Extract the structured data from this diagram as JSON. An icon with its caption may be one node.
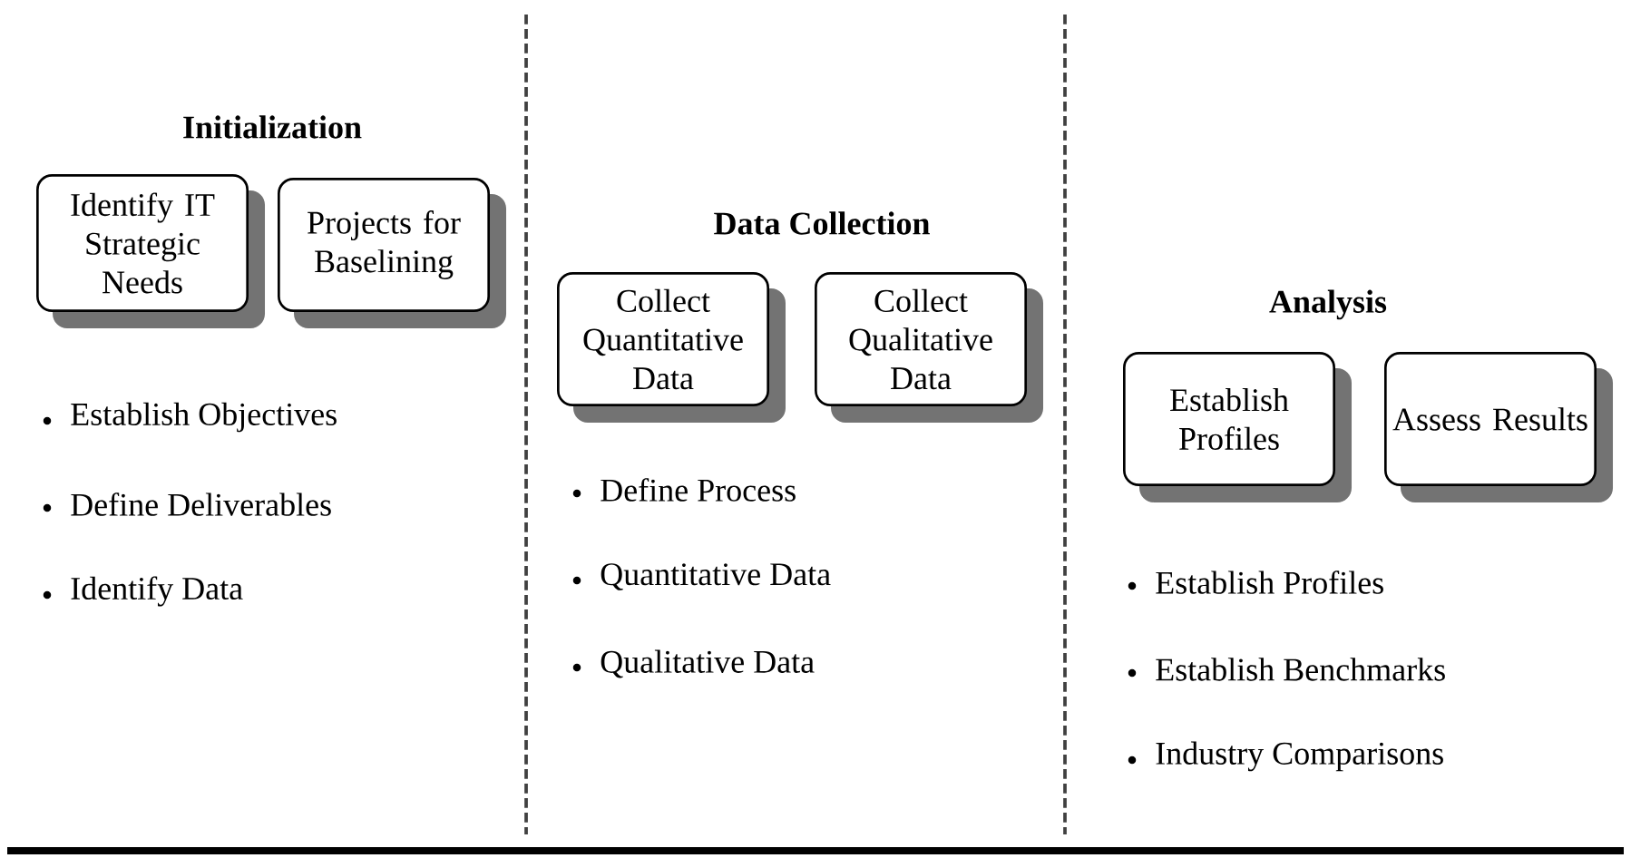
{
  "diagram": {
    "nodes": [
      {
        "text": [
          "Identify IT Strategic Needs"
        ]
      },
      {
        "text": [
          "Projects for Baselining"
        ]
      },
      {
        "text": [
          "Collect Quantitative Data"
        ]
      },
      {
        "text": [
          "Collect Qualitative Data"
        ]
      },
      {
        "text": [
          "Establish Profiles"
        ]
      },
      {
        "text": [
          "Assess Results"
        ]
      }
    ],
    "labels": [
      "Initialization",
      "Establish Objectives",
      "Define Deliverables",
      "Identify Data",
      "Data Collection",
      "Define Process",
      "Quantitative Data",
      "Qualitative Data",
      "Analysis",
      "Establish Profiles",
      "Establish Benchmarks",
      "Industry Comparisons"
    ]
  }
}
